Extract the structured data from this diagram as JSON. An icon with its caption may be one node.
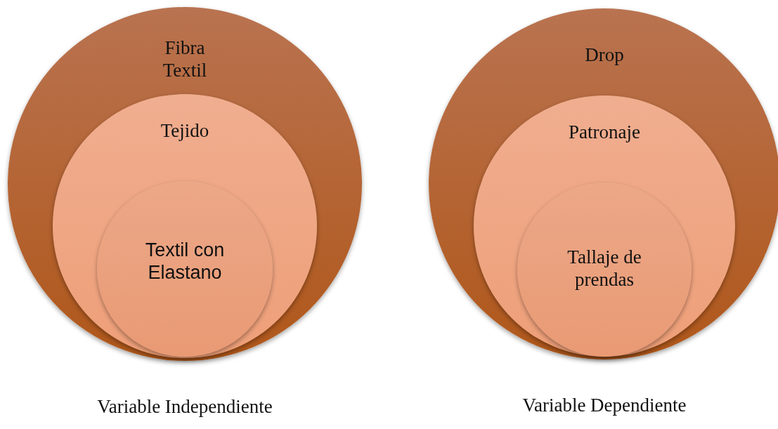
{
  "diagram": {
    "nodes": [
      {
        "text": [
          "Fibra Textil"
        ],
        "beside": [
          "Variable Independiente"
        ]
      },
      {
        "text": [
          "Tejido"
        ],
        "in": 0
      },
      {
        "text": [
          "Textil con Elastano"
        ],
        "in": 1
      },
      {
        "text": [
          "Drop"
        ],
        "beside": [
          "Variable Dependiente"
        ]
      },
      {
        "text": [
          "Patronaje"
        ],
        "in": 3
      },
      {
        "text": [
          "Tallaje de prendas"
        ],
        "in": 4
      }
    ]
  }
}
